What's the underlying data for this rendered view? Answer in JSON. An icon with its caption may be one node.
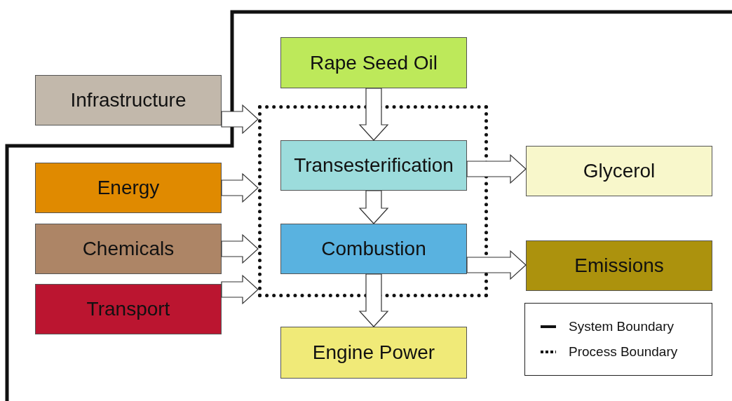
{
  "diagram": {
    "nodes": [
      {
        "text": [
          "Rape Seed Oil"
        ]
      },
      {
        "text": [],
        "shape": "box"
      },
      {
        "text": [
          "Transesterification"
        ],
        "in": 1
      },
      {
        "text": [
          "Combustion"
        ],
        "in": 1
      },
      {
        "text": [
          "Engine Power"
        ]
      },
      {
        "text": [
          "Infrastructure"
        ]
      },
      {
        "text": [
          "Energy"
        ]
      },
      {
        "text": [
          "Chemicals"
        ]
      },
      {
        "text": [
          "Transport"
        ]
      },
      {
        "text": [
          "Glycerol"
        ]
      },
      {
        "text": [
          "Emissions"
        ]
      }
    ],
    "edges": [
      {
        "from": 0,
        "to": 2,
        "arrow": "to"
      },
      {
        "from": 2,
        "to": 3,
        "arrow": "to"
      },
      {
        "from": 3,
        "to": 4,
        "arrow": "to"
      },
      {
        "from": 5,
        "to": 1,
        "arrow": "to"
      },
      {
        "from": 6,
        "to": 1,
        "arrow": "to"
      },
      {
        "from": 7,
        "to": 1,
        "arrow": "to"
      },
      {
        "from": 8,
        "to": 1,
        "arrow": "to"
      },
      {
        "from": 2,
        "to": 9,
        "arrow": "to"
      },
      {
        "from": 3,
        "to": 10,
        "arrow": "to"
      }
    ],
    "legend": [
      {
        "text": "System Boundary"
      },
      {
        "text": "Process Boundary"
      }
    ]
  }
}
